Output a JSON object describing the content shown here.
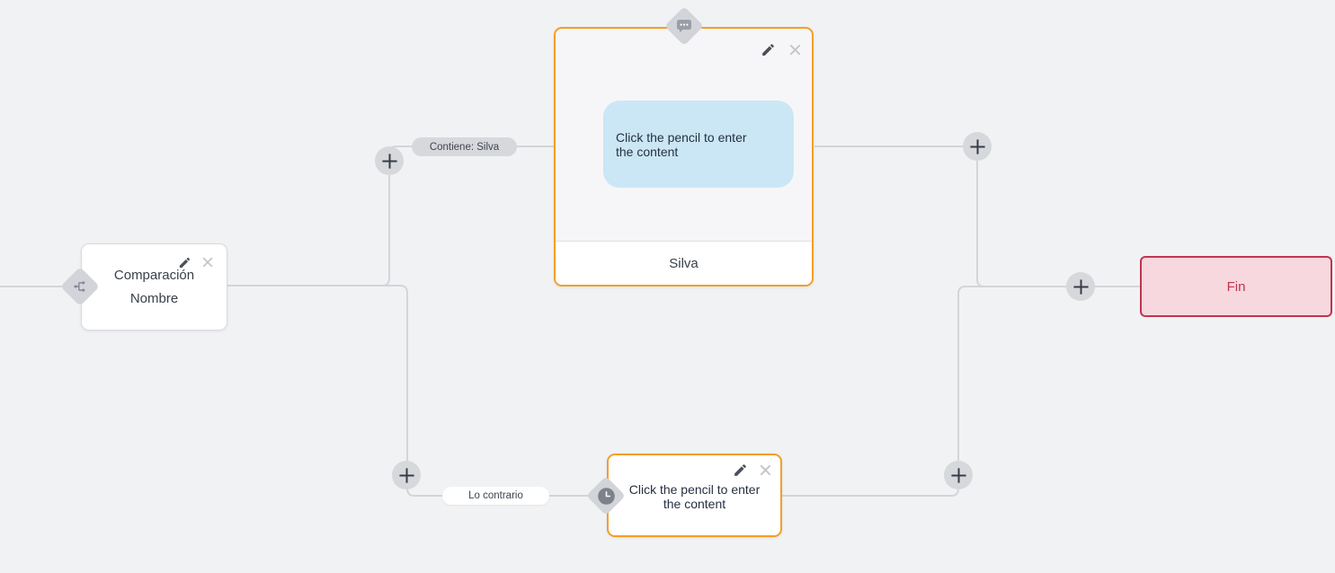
{
  "colors": {
    "canvas-bg": "#f1f2f4",
    "line": "#d3d5d9",
    "accent-orange": "#f59e27",
    "node-border": "#d9dade",
    "text-dark": "#394049",
    "bubble-bg": "#cbe7f6",
    "pill-bg": "#d7d8dc",
    "end-bg": "#f6d8de",
    "end-border": "#c23350",
    "plus-bg": "#d7d8dc",
    "plus-fg": "#363b47"
  },
  "nodes": {
    "condition": {
      "line1": "Comparación",
      "line2": "Nombre"
    },
    "message": {
      "bubble_text": "Click the pencil to enter the content",
      "footer_label": "Silva"
    },
    "action": {
      "text": "Click the pencil to enter the content"
    },
    "end": {
      "label": "Fin"
    }
  },
  "edges": {
    "match_label": "Contiene: Silva",
    "otherwise_label": "Lo contrario"
  },
  "icons": {
    "edit": "pencil",
    "close": "x-cross",
    "condition_badge": "branch-sitemap",
    "message_badge": "chat-bubble-dots",
    "action_badge": "clock",
    "add": "plus-circle"
  }
}
